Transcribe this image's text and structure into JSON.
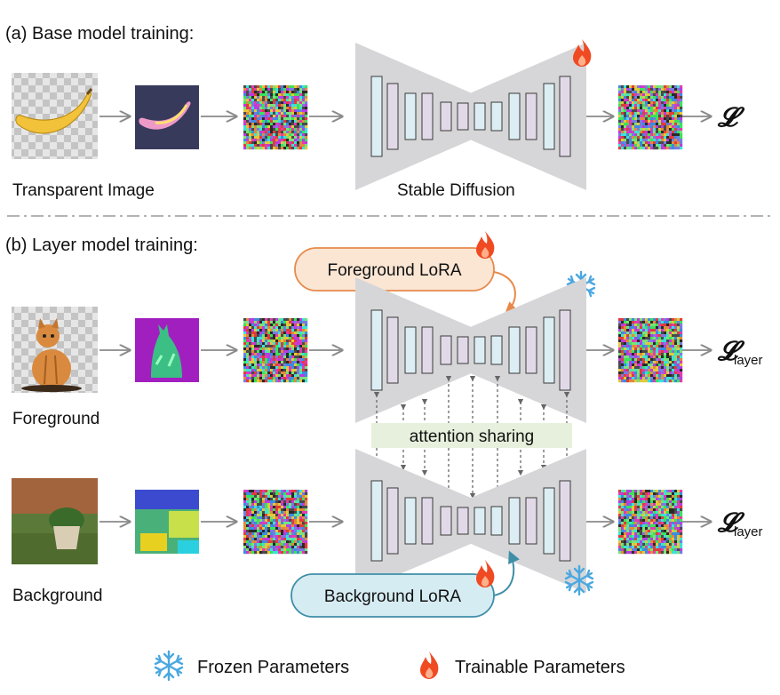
{
  "section_a": {
    "title": "(a) Base model training:",
    "label_image": "Transparent Image",
    "label_model": "Stable Diffusion",
    "loss": "𝓛"
  },
  "section_b": {
    "title": "(b) Layer model training:",
    "foreground_lora": "Foreground LoRA",
    "background_lora": "Background LoRA",
    "label_foreground": "Foreground",
    "label_background": "Background",
    "attention": "attention sharing",
    "loss_main": "𝓛",
    "loss_sub": "layer"
  },
  "legend": {
    "frozen": "Frozen Parameters",
    "trainable": "Trainable Parameters"
  },
  "colors": {
    "unet_body": "#d6d6d8",
    "block_blue": "#dceef4",
    "block_purple": "#e2d9e8",
    "block_stroke": "#3a3a3a",
    "arrow": "#8a8a8a",
    "fg_lora_fill": "#fbe6d4",
    "fg_lora_stroke": "#e8894a",
    "bg_lora_fill": "#d6ecf3",
    "bg_lora_stroke": "#3f8ea8",
    "attention_fill": "#e7f0dc",
    "flame": "#f04a23",
    "snow": "#4aa8e0",
    "checker_light": "#e6e6e6",
    "checker_dark": "#c4c4c4"
  }
}
